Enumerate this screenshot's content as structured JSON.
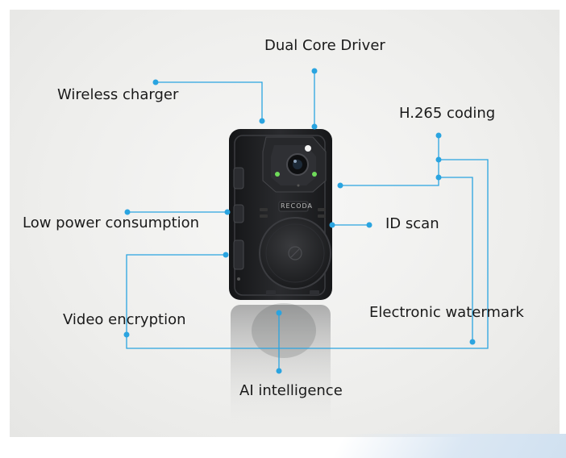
{
  "features": {
    "dual_core": "Dual Core Driver",
    "wireless_charger": "Wireless charger",
    "h265": "H.265 coding",
    "low_power": "Low power consumption",
    "id_scan": "ID scan",
    "video_encryption": "Video encryption",
    "watermark": "Electronic watermark",
    "ai": "AI intelligence"
  },
  "device": {
    "brand": "RECODA"
  },
  "colors": {
    "connector": "#2aa4e0",
    "device_body": "#1c1d1f",
    "text": "#1a1a1a"
  }
}
